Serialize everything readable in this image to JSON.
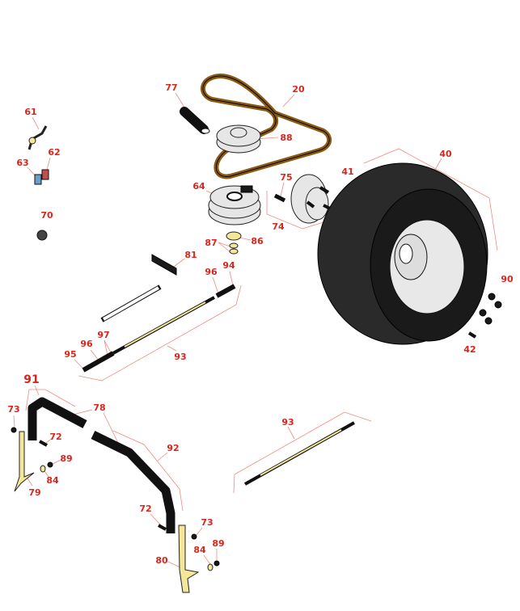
{
  "callouts": [
    "77",
    "20",
    "61",
    "62",
    "63",
    "88",
    "40",
    "41",
    "75",
    "64",
    "74",
    "70",
    "87",
    "86",
    "81",
    "96",
    "94",
    "90",
    "97",
    "96",
    "95",
    "93",
    "42",
    "91",
    "73",
    "78",
    "72",
    "92",
    "89",
    "84",
    "79",
    "93",
    "72",
    "73",
    "84",
    "89",
    "80"
  ],
  "colors": {
    "label": "#d9261c",
    "leader": "#f08a80",
    "belt": "#8a5a12",
    "brass": "#f4e79a"
  }
}
